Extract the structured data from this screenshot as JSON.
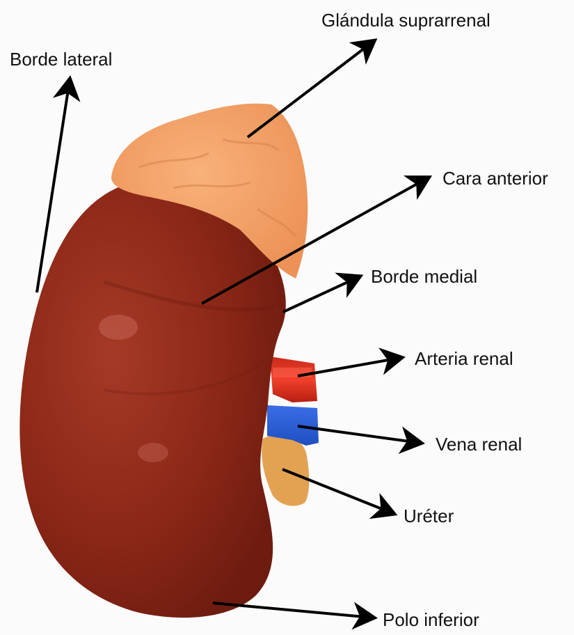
{
  "labels": {
    "borde_lateral": "Borde lateral",
    "glandula_suprarrenal": "Glándula suprarrenal",
    "cara_anterior": "Cara anterior",
    "borde_medial": "Borde medial",
    "arteria_renal": "Arteria renal",
    "vena_renal": "Vena renal",
    "ureter": "Uréter",
    "polo_inferior": "Polo inferior"
  },
  "colors": {
    "kidney": "#8e2a1a",
    "kidney_highlight": "#b5493a",
    "adrenal": "#f4a26a",
    "artery": "#e53524",
    "vein": "#2a5fd6",
    "ureter": "#e6a655",
    "arrow": "#000000"
  }
}
